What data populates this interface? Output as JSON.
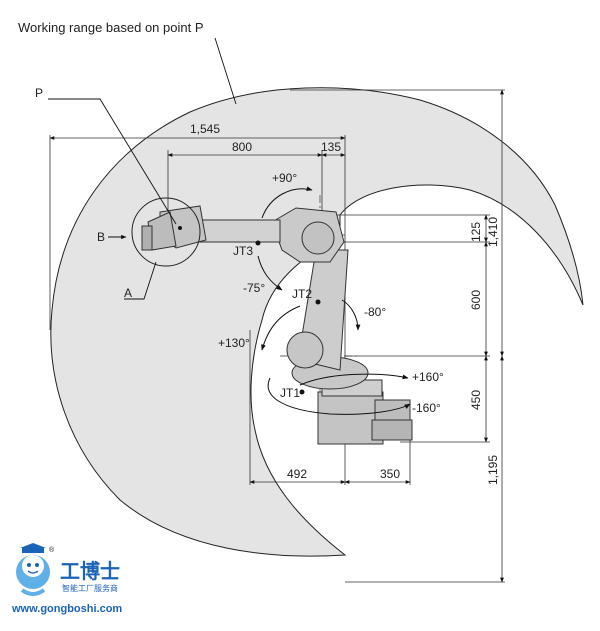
{
  "title": "Working range based on point P",
  "labels": {
    "p": "P",
    "a": "A",
    "b": "B",
    "jt1": "JT1",
    "jt2": "JT2",
    "jt3": "JT3"
  },
  "angles": {
    "jt3_pos": "+90°",
    "jt3_neg": "-75°",
    "jt2_pos": "+130°",
    "jt2_neg": "-80°",
    "jt1_pos": "+160°",
    "jt1_neg": "-160°"
  },
  "dimensions": {
    "top_overall": "1,545",
    "arm_length": "800",
    "arm_offset": "135",
    "bottom_left": "492",
    "bottom_right": "350",
    "right_125": "125",
    "right_1410": "1,410",
    "right_600": "600",
    "right_450": "450",
    "right_1195": "1,195"
  },
  "logo": {
    "cn": "工博士",
    "sub": "智能工厂服务商",
    "url": "www.gongboshi.com",
    "reg": "®"
  },
  "colors": {
    "range_fill": "#e4e4e4",
    "robot_fill": "#c8c8c8",
    "line": "#111111",
    "brand": "#1b63b6"
  }
}
